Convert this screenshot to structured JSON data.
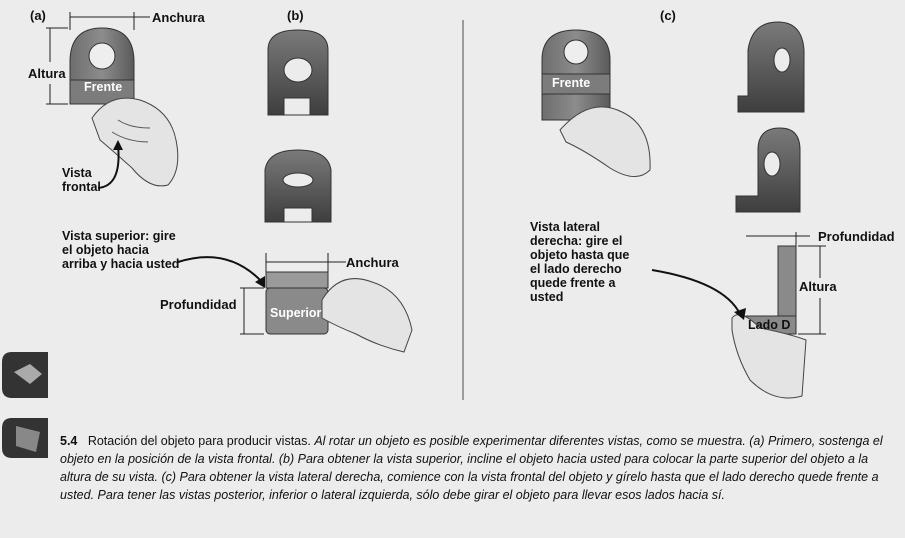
{
  "panels": {
    "a": "(a)",
    "b": "(b)",
    "c": "(c)"
  },
  "labels": {
    "anchura_a": "Anchura",
    "altura_a": "Altura",
    "frente_a": "Frente",
    "vista_frontal": "Vista\nfrontal",
    "vista_superior": "Vista superior: gire\nel objeto hacia\narriba y hacia usted",
    "anchura_b": "Anchura",
    "profundidad_b": "Profundidad",
    "superior_b": "Superior",
    "frente_c": "Frente",
    "vista_lateral": "Vista lateral\nderecha: gire el\nobjeto hasta que\nel lado derecho\nquede frente a\nusted",
    "profundidad_c": "Profundidad",
    "altura_c": "Altura",
    "lado_d": "Lado D"
  },
  "caption": {
    "number": "5.4",
    "title": "Rotación del objeto para producir vistas.",
    "body": "Al rotar un objeto es posible experimentar diferentes vistas, como se muestra. (a) Primero, sostenga el objeto en la posición de la vista frontal. (b) Para obtener la vista superior, incline el objeto hacia usted para colocar la parte superior del objeto a la altura de su vista. (c) Para obtener la vista lateral derecha, comience con la vista frontal del objeto y gírelo hasta que el lado derecho quede frente a usted. Para tener las vistas posterior, inferior o lateral izquierda, sólo debe girar el objeto para llevar esos lados hacia sí."
  }
}
